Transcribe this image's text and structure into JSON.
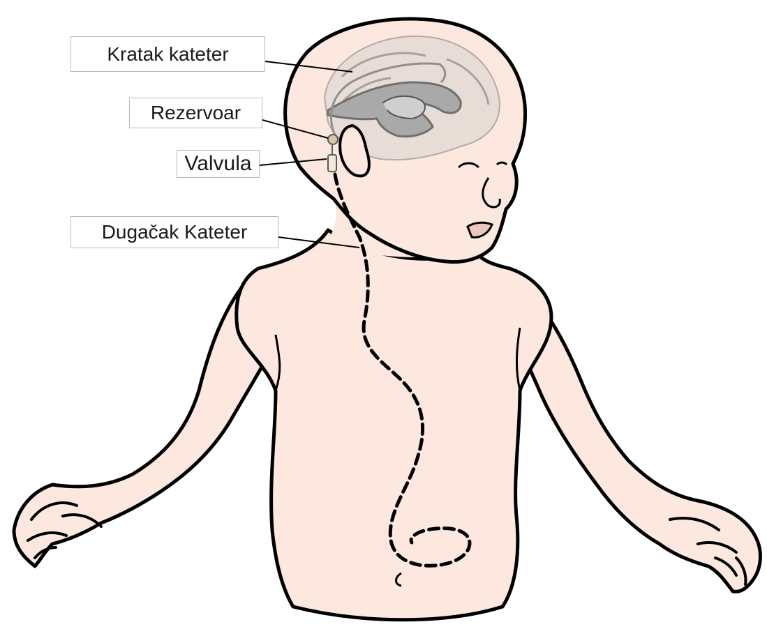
{
  "labels": {
    "short_catheter": "Kratak kateter",
    "reservoir": "Rezervoar",
    "valve": "Valvula",
    "long_catheter": "Dugačak Kateter"
  },
  "colors": {
    "skin": "#fce8df",
    "outline": "#000000",
    "brain_fill": "#dcd3cf",
    "ventricle": "#9a9a9a",
    "label_border": "#b9b9b9"
  }
}
